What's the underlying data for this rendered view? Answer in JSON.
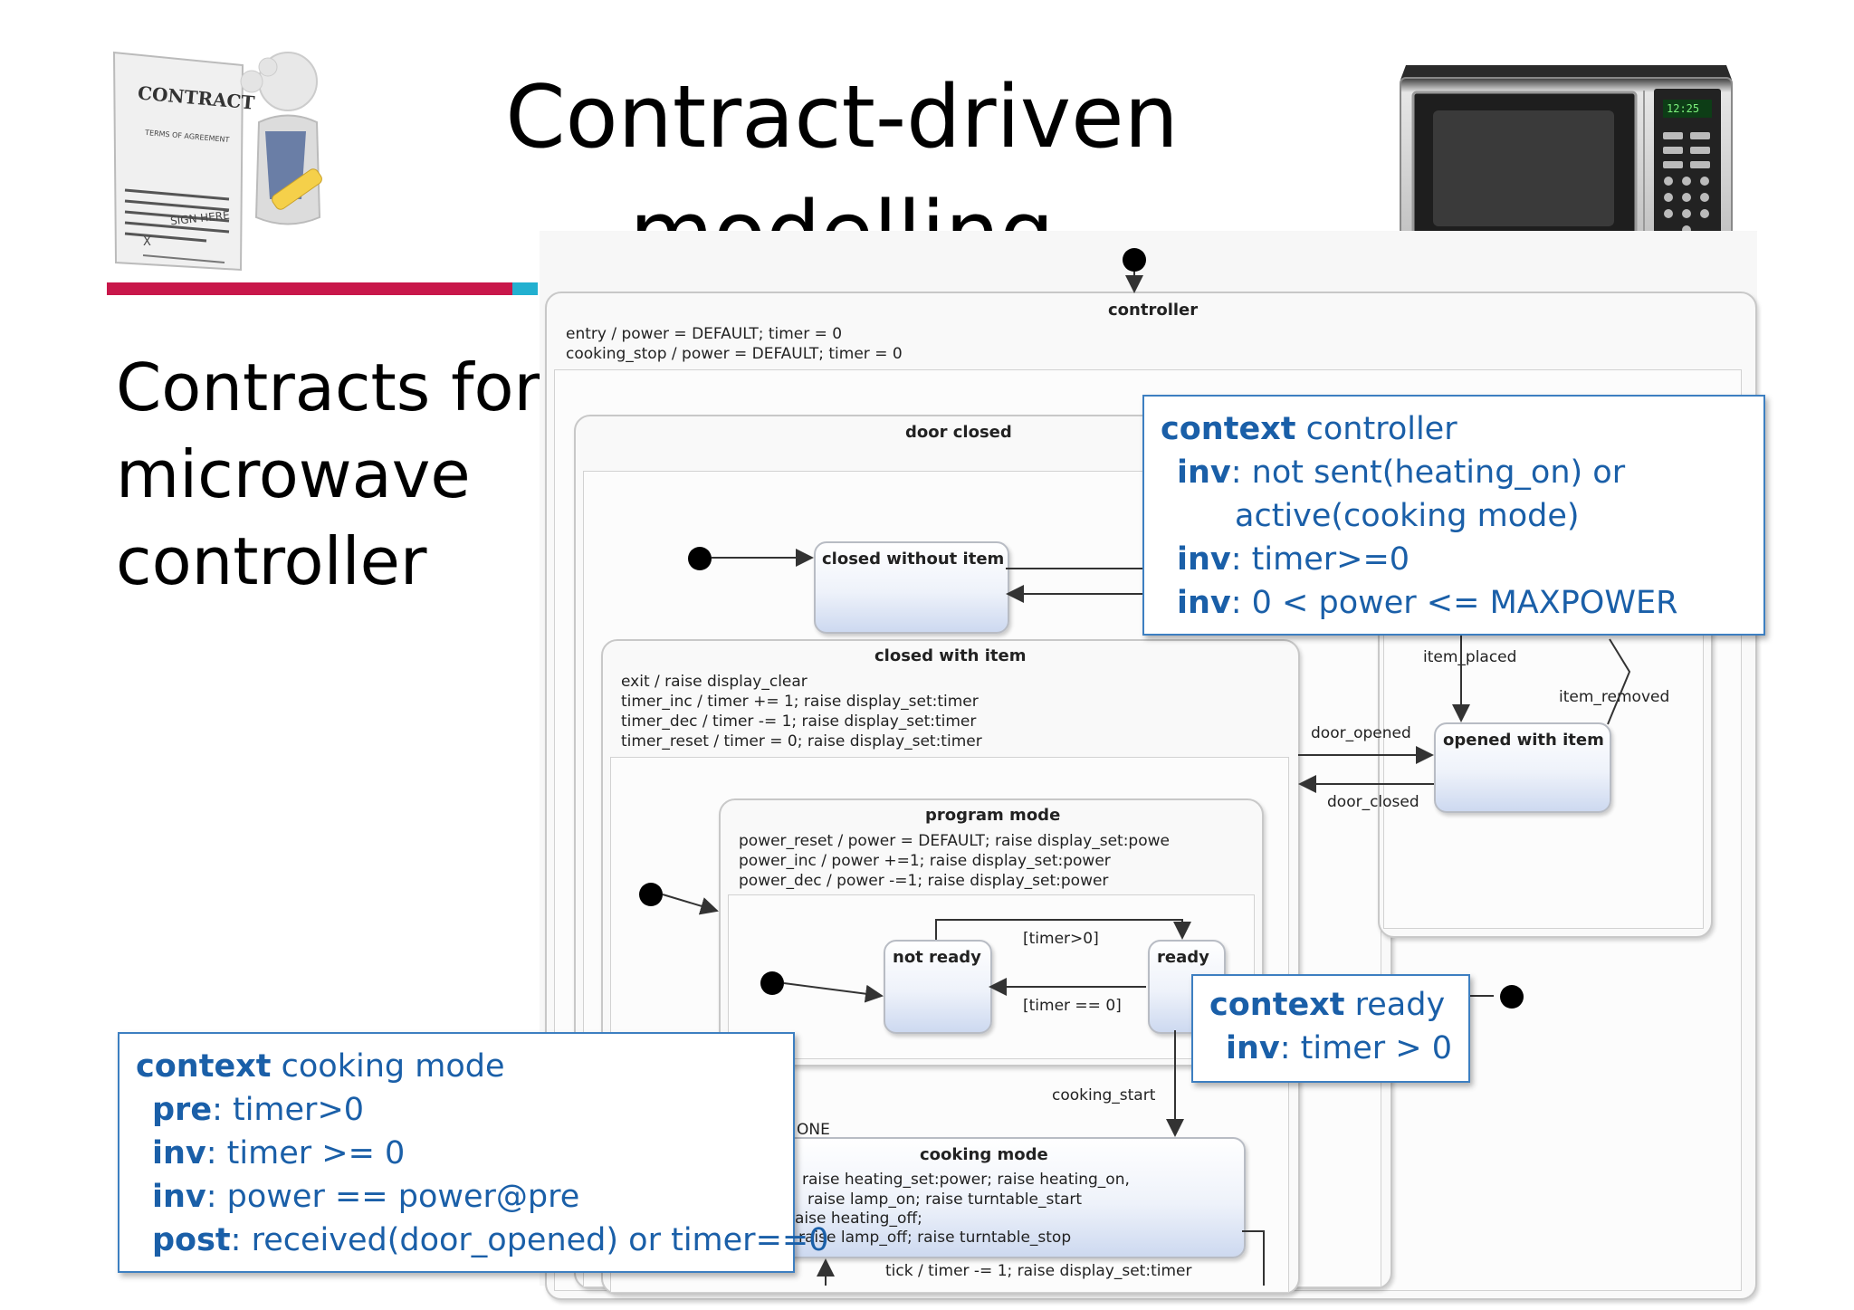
{
  "title": {
    "line1": "Contract-driven",
    "line2": "modelling"
  },
  "subtitle": {
    "line1": "Contracts for",
    "line2": "microwave",
    "line3": "controller"
  },
  "contract_image": {
    "header": "CONTRACT",
    "terms": "TERMS OF AGREEMENT",
    "sign": "SIGN HERE",
    "x": "X"
  },
  "microwave": {
    "clock": "12:25"
  },
  "diagram": {
    "controller": {
      "title": "controller",
      "entry": "entry / power = DEFAULT; timer = 0",
      "stop": "cooking_stop / power = DEFAULT; timer = 0"
    },
    "door_closed": {
      "title": "door closed"
    },
    "closed_without_item": {
      "title": "closed without item"
    },
    "closed_with_item": {
      "title": "closed with item",
      "actions": [
        "exit / raise display_clear",
        "timer_inc / timer += 1; raise display_set:timer",
        "timer_dec / timer -= 1; raise display_set:timer",
        "timer_reset / timer = 0; raise display_set:timer"
      ]
    },
    "program_mode": {
      "title": "program mode",
      "actions": [
        "power_reset / power = DEFAULT; raise display_set:powe",
        "power_inc / power +=1; raise display_set:power",
        "power_dec / power -=1; raise display_set:power"
      ]
    },
    "not_ready": {
      "title": "not ready"
    },
    "ready": {
      "title": "ready"
    },
    "opened_with_item": {
      "title": "opened with item"
    },
    "cooking_mode": {
      "title": "cooking mode",
      "actions": [
        "raise heating_set:power; raise heating_on,",
        "raise lamp_on; raise turntable_start",
        "aise heating_off;",
        "raise lamp_off; raise turntable_stop"
      ],
      "tick": "tick / timer -= 1; raise display_set:timer"
    },
    "labels": {
      "timer_gt0": "[timer>0]",
      "timer_eq0": "[timer == 0]",
      "item_placed": "item_placed",
      "item_removed": "item_removed",
      "door_opened": "door_opened",
      "door_closed": "door_closed",
      "cooking_start": "cooking_start",
      "done": "ONE"
    }
  },
  "contexts": {
    "controller": {
      "kw_context": "context",
      "name": "controller",
      "lines": [
        {
          "kw": "inv",
          "text": ": not sent(heating_on) or"
        },
        {
          "kw": "",
          "text": "active(cooking mode)"
        },
        {
          "kw": "inv",
          "text": ": timer>=0"
        },
        {
          "kw": "inv",
          "text": ": 0 < power <= MAXPOWER"
        }
      ]
    },
    "ready": {
      "kw_context": "context",
      "name": "ready",
      "lines": [
        {
          "kw": "inv",
          "text": ": timer > 0"
        }
      ]
    },
    "cooking": {
      "kw_context": "context",
      "name": "cooking mode",
      "lines": [
        {
          "kw": "pre",
          "text": ": timer>0"
        },
        {
          "kw": "inv",
          "text": ": timer >= 0"
        },
        {
          "kw": "inv",
          "text": ": power == power@pre"
        },
        {
          "kw": "post",
          "text": ": received(door_opened) or timer==0"
        }
      ]
    }
  }
}
